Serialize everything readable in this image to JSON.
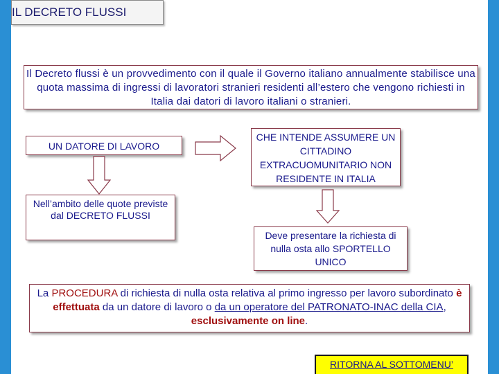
{
  "title": "IL DECRETO FLUSSI",
  "intro": "Il Decreto flussi è un provvedimento con il quale il Governo italiano annualmente stabilisce una quota massima di ingressi di lavoratori stranieri residenti all’estero che vengono richiesti in Italia dai datori di lavoro italiani o stranieri.",
  "employer": "UN DATORE DI LAVORO",
  "hire_intent": "CHE INTENDE ASSUMERE UN CITTADINO EXTRACUOMUNITARIO NON RESIDENTE IN ITALIA",
  "quota": "Nell’ambito delle quote previste dal DECRETO FLUSSI",
  "present_request": "Deve presentare la richiesta di nulla osta allo SPORTELLO UNICO",
  "procedure": {
    "p1": "La ",
    "p2": "PROCEDURA",
    "p3": " di richiesta di nulla osta relativa al primo ingresso per lavoro subordinato ",
    "p4": "è effettuata",
    "p5": " da un datore di lavoro o ",
    "p6": "da un operatore del PATRONATO-INAC della CIA",
    "p7": ", ",
    "p8": "esclusivamente on line",
    "p9": "."
  },
  "back_link": "RITORNA AL SOTTOMENU’",
  "colors": {
    "frame": "#2a8fd4",
    "text": "#1a1a8c",
    "accent": "#a01010",
    "arrow_stroke": "#8a3a4a",
    "button_bg": "#ffff00"
  }
}
